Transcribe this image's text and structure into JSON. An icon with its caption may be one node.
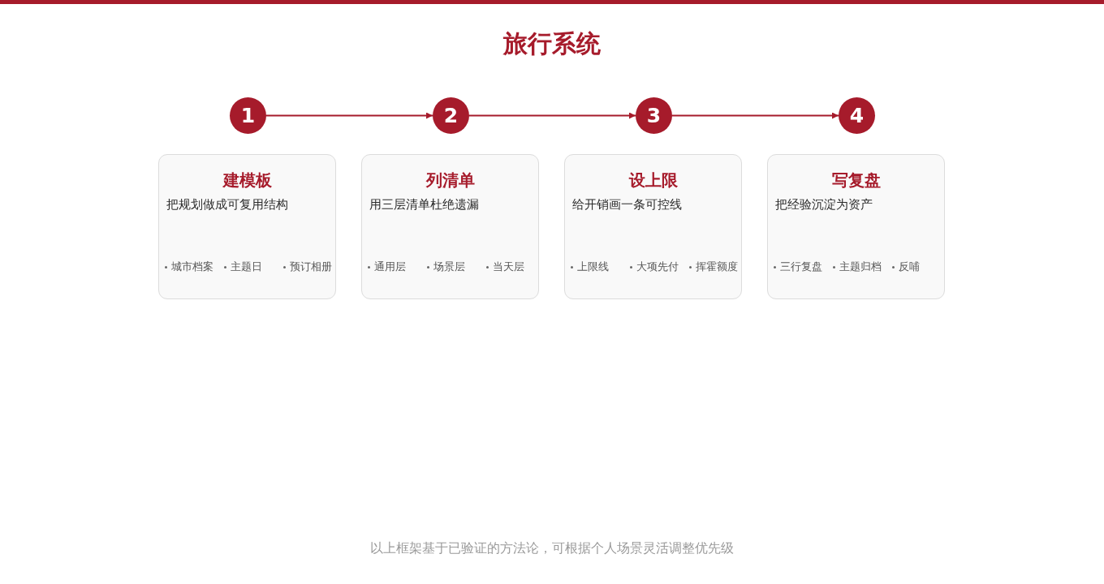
{
  "diagram": {
    "title": "旅行系统",
    "nodes": [
      {
        "text": [
          "1"
        ]
      },
      {
        "text": [
          "2"
        ]
      },
      {
        "text": [
          "3"
        ]
      },
      {
        "text": [
          "4"
        ]
      },
      {
        "text": [
          "建模板",
          "把规划做成可复用结构",
          "城市档案",
          "主题日",
          "预订相册"
        ]
      },
      {
        "text": [
          "列清单",
          "用三层清单杜绝遗漏",
          "通用层",
          "场景层",
          "当天层"
        ]
      },
      {
        "text": [
          "设上限",
          "给开销画一条可控线",
          "上限线",
          "大项先付",
          "挥霍额度"
        ]
      },
      {
        "text": [
          "写复盘",
          "把经验沉淀为资产",
          "三行复盘",
          "主题归档",
          "反哺"
        ]
      }
    ],
    "edges": [
      {
        "from": 0,
        "to": 1,
        "arrow": "to"
      },
      {
        "from": 1,
        "to": 2,
        "arrow": "to"
      },
      {
        "from": 2,
        "to": 3,
        "arrow": "to"
      }
    ],
    "caption": "以上框架基于已验证的方法论，可根据个人场景灵活调整优先级"
  }
}
